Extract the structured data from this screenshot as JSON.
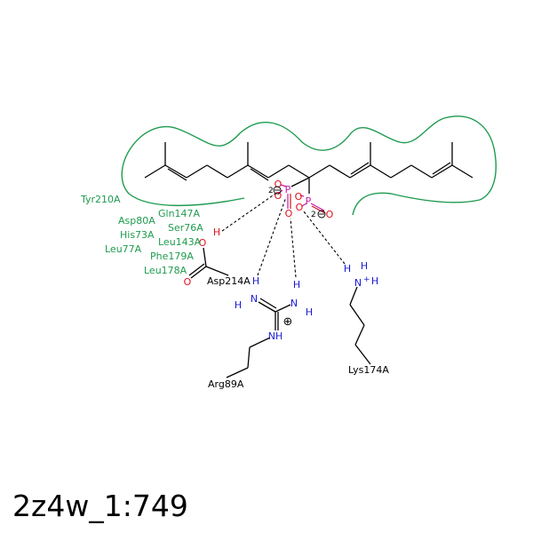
{
  "diagram_id": "2z4w_1:749",
  "colors": {
    "hydrophobic": "#1e9b4f",
    "oxygen": "#e0101a",
    "nitrogen": "#1a1ad6",
    "phosphorus": "#c21aa8",
    "bond": "#000000"
  },
  "hydrophobic_residues": [
    "Tyr210A",
    "Gln147A",
    "Asp80A",
    "Ser76A",
    "His73A",
    "Leu143A",
    "Leu77A",
    "Phe179A",
    "Leu178A"
  ],
  "hbond_residues": [
    "Asp214A",
    "Arg89A",
    "Lys174A"
  ],
  "atoms": {
    "p1": "P",
    "p2": "P",
    "o_p1_top": "O",
    "o_p1_left": "O",
    "o_p1_bottom": "O",
    "o_p2_top": "O",
    "o_p2_right": "O",
    "o_p2_bottom": "O",
    "o_asp_hydroxyl": "O",
    "o_asp_carbonyl": "O",
    "h_asp": "H",
    "n_arg_1": "N",
    "n_arg_2": "N",
    "nh_arg": "NH",
    "h_arg_1": "H",
    "h_arg_2": "H",
    "h_arg_3": "H",
    "h_arg_4": "H",
    "n_lys": "N",
    "lys_charge": "+",
    "h_lys_1": "H",
    "h_lys_2": "H",
    "h_lys_3": "H",
    "charge_1": "2",
    "charge_2": "2",
    "arg_charge_symbol": "⊕"
  }
}
